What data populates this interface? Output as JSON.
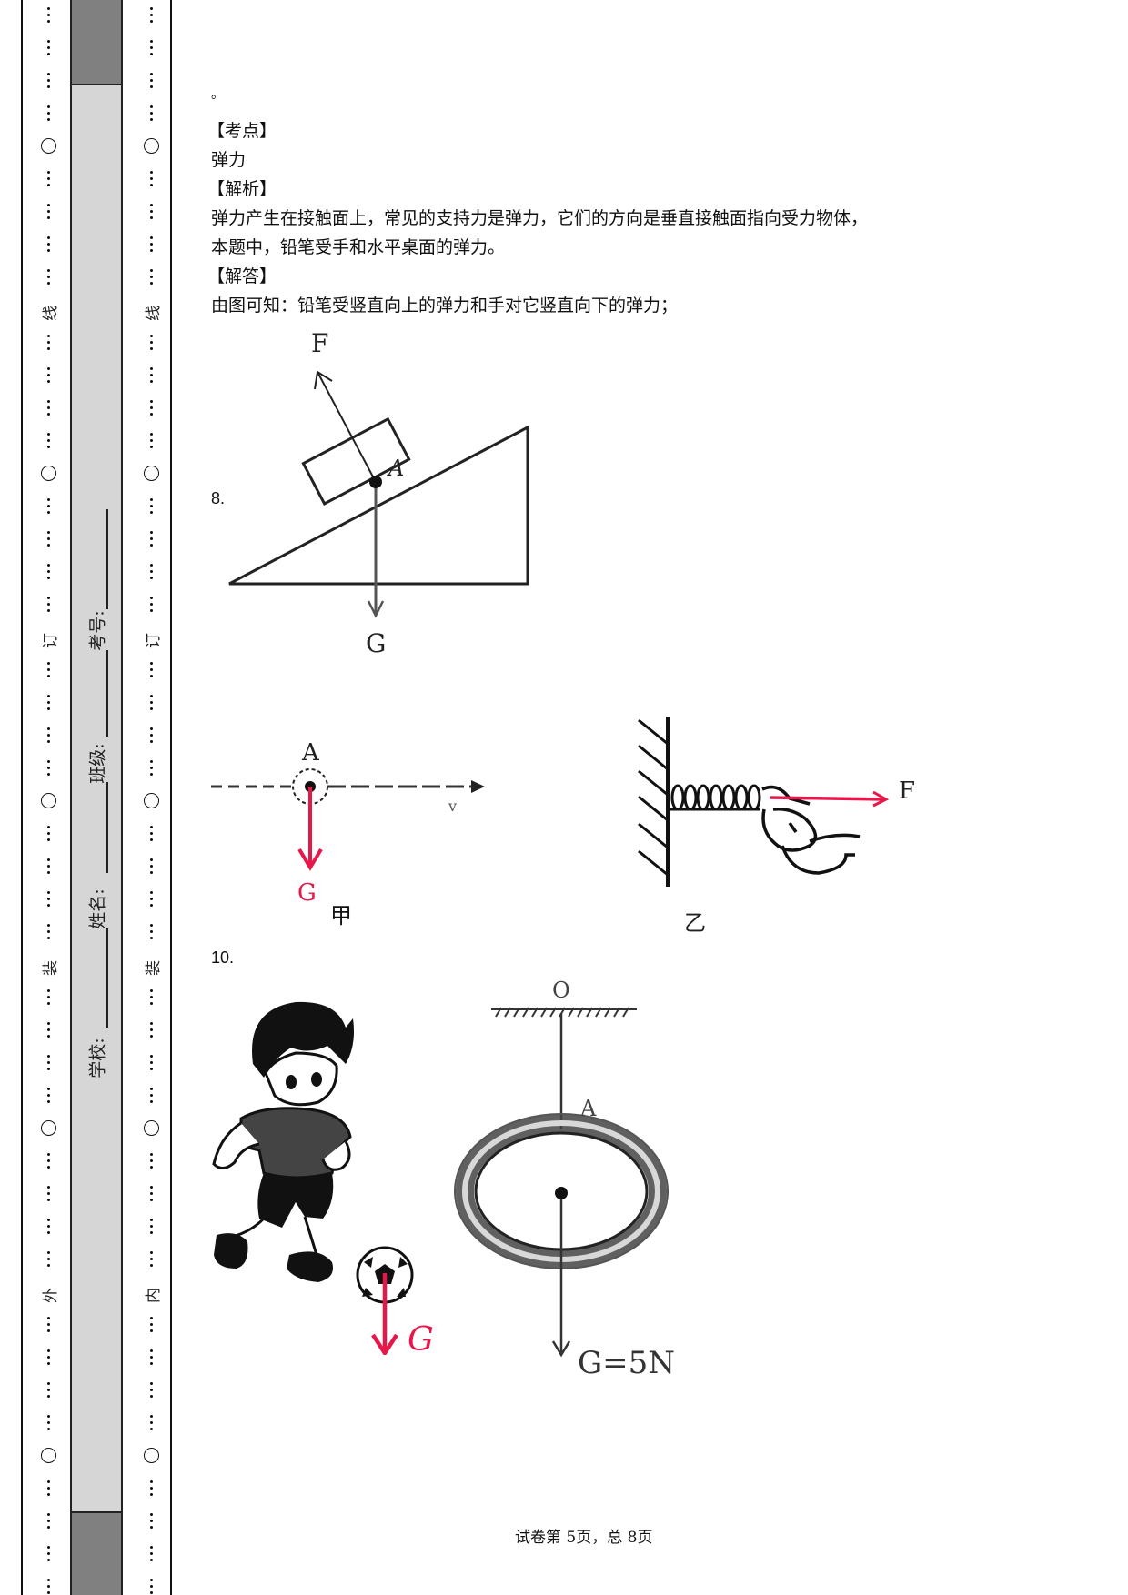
{
  "binding_margin": {
    "outer_column": {
      "markers": [
        "dots",
        "dots",
        "dots",
        "dots",
        "circle",
        "dots",
        "dots",
        "dots",
        "dots",
        "线",
        "dots",
        "dots",
        "dots",
        "dots",
        "circle",
        "dots",
        "dots",
        "dots",
        "dots",
        "订",
        "dots",
        "dots",
        "dots",
        "dots",
        "circle",
        "dots",
        "dots",
        "dots",
        "dots",
        "装",
        "dots",
        "dots",
        "dots",
        "dots",
        "circle",
        "dots",
        "dots",
        "dots",
        "dots",
        "外",
        "dots",
        "dots",
        "dots",
        "dots",
        "circle",
        "dots",
        "dots",
        "dots",
        "dots"
      ]
    },
    "inner_column": {
      "markers": [
        "dots",
        "dots",
        "dots",
        "dots",
        "circle",
        "dots",
        "dots",
        "dots",
        "dots",
        "线",
        "dots",
        "dots",
        "dots",
        "dots",
        "circle",
        "dots",
        "dots",
        "dots",
        "dots",
        "订",
        "dots",
        "dots",
        "dots",
        "dots",
        "circle",
        "dots",
        "dots",
        "dots",
        "dots",
        "装",
        "dots",
        "dots",
        "dots",
        "dots",
        "circle",
        "dots",
        "dots",
        "dots",
        "dots",
        "内",
        "dots",
        "dots",
        "dots",
        "dots",
        "circle",
        "dots",
        "dots",
        "dots",
        "dots"
      ]
    },
    "student_fields": {
      "exam_no_label": "考号:",
      "class_label": "班级:",
      "name_label": "姓名:",
      "school_label": "学校:"
    },
    "colors": {
      "band": "#d6d6d6",
      "band_dark": "#808080"
    }
  },
  "content": {
    "leading_punct": "。",
    "section_kaodian": "【考点】",
    "kaodian_text": "弹力",
    "section_jiexi": "【解析】",
    "jiexi_line1": "弹力产生在接触面上，常见的支持力是弹力，它们的方向是垂直接触面指向受力物体，",
    "jiexi_line2": "本题中，铅笔受手和水平桌面的弹力。",
    "section_jieda": "【解答】",
    "jieda_text": "由图可知：铅笔受竖直向上的弹力和手对它竖直向下的弹力；"
  },
  "figures": {
    "q8": {
      "number": "8.",
      "label_force_f": "F",
      "label_block": "A",
      "label_gravity": "G"
    },
    "q9_left": {
      "label_point": "A",
      "label_velocity": "v",
      "label_gravity": "G",
      "caption": "甲",
      "gravity_color": "#e8174a"
    },
    "q9_right": {
      "label_force": "F",
      "caption": "乙",
      "force_color": "#e8174a"
    },
    "q10": {
      "number": "10.",
      "label_ball_gravity": "G",
      "label_pivot": "O",
      "label_point": "A",
      "label_ring_gravity": "G=5N",
      "gravity_color": "#e8174a"
    }
  },
  "footer": {
    "page_text": "试卷第 5页，总 8页",
    "current_page": 5,
    "total_pages": 8
  }
}
